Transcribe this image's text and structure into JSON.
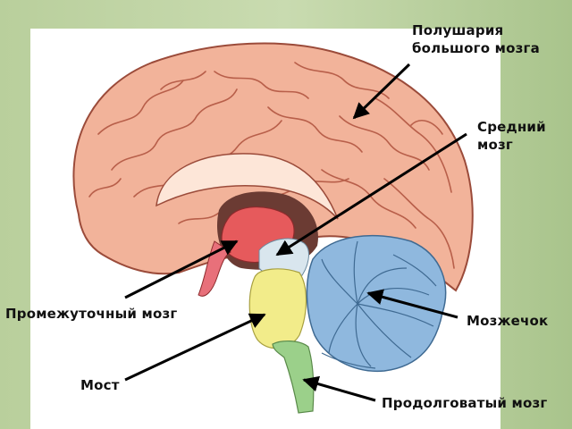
{
  "labels": {
    "hemispheres": "Полушария\nбольшого мозга",
    "midbrain": "Средний\nмозг",
    "diencephalon": "Промежуточный мозг",
    "cerebellum": "Мозжечок",
    "pons": "Мост",
    "medulla": "Продолговатый мозг"
  },
  "colors": {
    "cortex": "#f2b39a",
    "gyri_lines": "#b85f4a",
    "diencephalon": "#e65a5c",
    "pons": "#f2ec8a",
    "cerebellum": "#8fb8de",
    "medulla": "#9bd08a",
    "arrow": "#000000"
  }
}
